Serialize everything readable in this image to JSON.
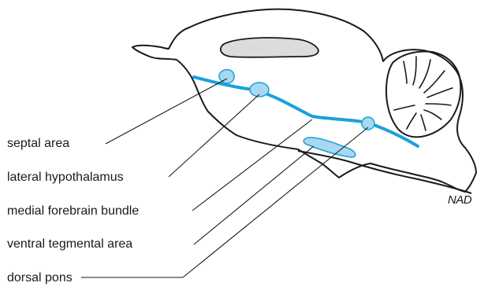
{
  "labels": {
    "septal_area": "septal area",
    "lateral_hypothalamus": "lateral hypothalamus",
    "medial_forebrain_bundle": "medial forebrain bundle",
    "ventral_tegmental_area": "ventral tegmental area",
    "dorsal_pons": "dorsal pons"
  },
  "signature": "NAD",
  "colors": {
    "pathway": "#1aa0dc",
    "nucleus_fill": "#a8d8f0",
    "nucleus_stroke": "#1aa0dc",
    "outline": "#1a1a1a",
    "ventricle_fill": "#dcdcdc"
  }
}
